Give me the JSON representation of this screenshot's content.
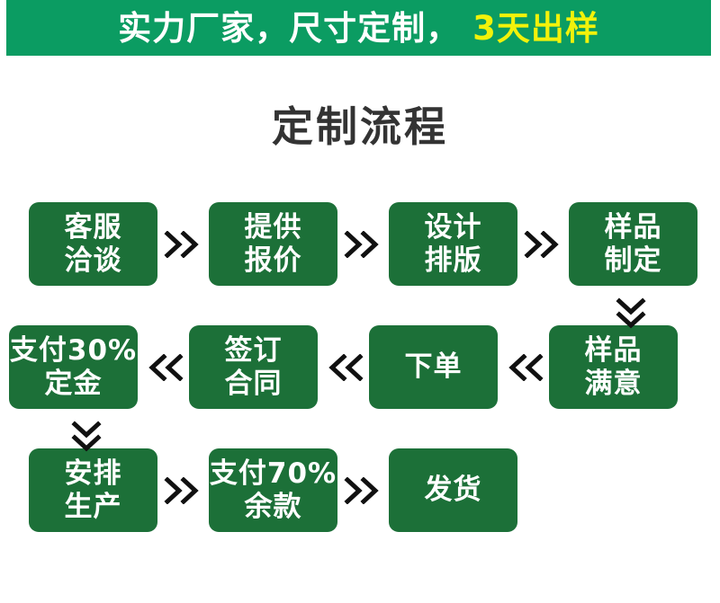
{
  "banner": {
    "text_main": "实力厂家，尺寸定制，",
    "text_highlight": "3天出样",
    "bg_color": "#0B9C62",
    "text_color": "#FFFFFF",
    "highlight_color": "#F2F20A"
  },
  "section": {
    "title": "定制流程",
    "title_color": "#333333"
  },
  "theme": {
    "box_color": "#1C7038",
    "box_text_color": "#FFFFFF",
    "arrow_color": "#111111",
    "page_bg": "#FFFFFF"
  },
  "flow": {
    "rows": [
      {
        "direction": "left-to-right",
        "arrow_glyph": "»",
        "steps": [
          {
            "lines": [
              "客服",
              "洽谈"
            ]
          },
          {
            "lines": [
              "提供",
              "报价"
            ]
          },
          {
            "lines": [
              "设计",
              "排版"
            ]
          },
          {
            "lines": [
              "样品",
              "制定"
            ]
          }
        ]
      },
      {
        "direction": "right-to-left",
        "arrow_glyph": "«",
        "steps": [
          {
            "lines": [
              "支付30%",
              "定金"
            ]
          },
          {
            "lines": [
              "签订",
              "合同"
            ]
          },
          {
            "lines": [
              "下单"
            ]
          },
          {
            "lines": [
              "样品",
              "满意"
            ]
          }
        ]
      },
      {
        "direction": "left-to-right",
        "arrow_glyph": "»",
        "steps": [
          {
            "lines": [
              "安排",
              "生产"
            ]
          },
          {
            "lines": [
              "支付70%",
              "余款"
            ]
          },
          {
            "lines": [
              "发货"
            ]
          }
        ]
      }
    ],
    "connectors": [
      {
        "name": "row1-to-row2",
        "glyph": "⌄⌄",
        "position": "right"
      },
      {
        "name": "row2-to-row3",
        "glyph": "⌄⌄",
        "position": "left"
      }
    ]
  }
}
